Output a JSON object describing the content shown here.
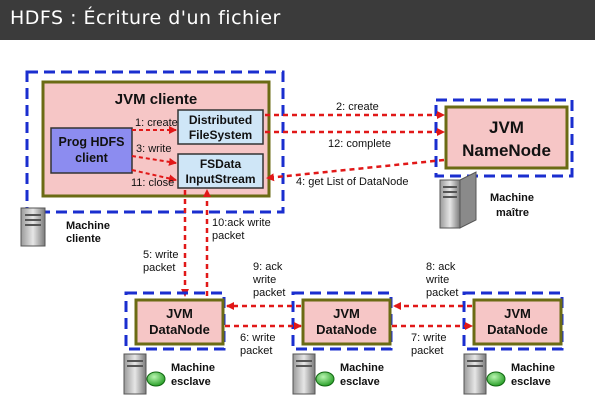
{
  "slide_title": "HDFS : Écriture d'un fichier",
  "client": {
    "jvm_label": "JVM cliente",
    "prog_line1": "Prog HDFS",
    "prog_line2": "client",
    "dfs_line1": "Distributed",
    "dfs_line2": "FileSystem",
    "fsdata_line1": "FSData",
    "fsdata_line2": "InputStream",
    "machine_line1": "Machine",
    "machine_line2": "cliente"
  },
  "namenode": {
    "line1": "JVM",
    "line2": "NameNode",
    "machine_line1": "Machine",
    "machine_line2": "maître"
  },
  "datanodes": [
    {
      "line1": "JVM",
      "line2": "DataNode",
      "machine_line1": "Machine",
      "machine_line2": "esclave"
    },
    {
      "line1": "JVM",
      "line2": "DataNode",
      "machine_line1": "Machine",
      "machine_line2": "esclave"
    },
    {
      "line1": "JVM",
      "line2": "DataNode",
      "machine_line1": "Machine",
      "machine_line2": "esclave"
    }
  ],
  "steps": {
    "s1": "1: create",
    "s2": "2: create",
    "s3": "3: write",
    "s4": "4: get List of DataNode",
    "s5_l1": "5: write",
    "s5_l2": "packet",
    "s6_l1": "6: write",
    "s6_l2": "packet",
    "s7_l1": "7: write",
    "s7_l2": "packet",
    "s8_l1": "8: ack",
    "s8_l2": "write",
    "s8_l3": "packet",
    "s9_l1": "9: ack",
    "s9_l2": "write",
    "s9_l3": "packet",
    "s10_l1": "10:ack write",
    "s10_l2": "packet",
    "s11": "11: close",
    "s12": "12: complete"
  },
  "colors": {
    "blue_dash": "#1a2ecf",
    "jvm_fill": "#f6c6c6",
    "box_border": "#6b6b14",
    "prog_fill": "#8c8cf0",
    "inner_fill": "#cfe6f7",
    "arrow_red": "#e11818",
    "header_bg": "#3b3b3b"
  }
}
